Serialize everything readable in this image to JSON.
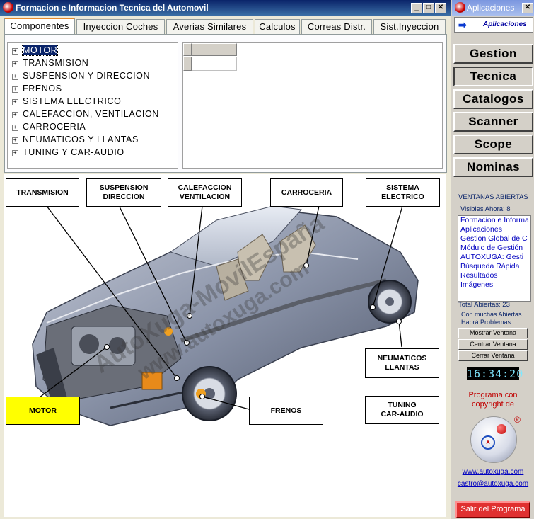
{
  "main": {
    "title": "Formacion e Informacion Tecnica del Automovil",
    "window_buttons": [
      "_",
      "□",
      "✕"
    ]
  },
  "tabs": [
    "Componentes",
    "Inyeccion Coches",
    "Averias Similares",
    "Calculos",
    "Correas Distr.",
    "Sist.Inyeccion"
  ],
  "tree": [
    {
      "label": "MOTOR"
    },
    {
      "label": "TRANSMISION"
    },
    {
      "label": "SUSPENSION Y DIRECCION"
    },
    {
      "label": "FRENOS"
    },
    {
      "label": "SISTEMA ELECTRICO"
    },
    {
      "label": "CALEFACCION, VENTILACION"
    },
    {
      "label": "CARROCERIA"
    },
    {
      "label": "NEUMATICOS Y LLANTAS"
    },
    {
      "label": "TUNING Y CAR-AUDIO"
    }
  ],
  "callouts": {
    "transmision": "TRANSMISION",
    "suspension": "SUSPENSION\nDIRECCION",
    "calefaccion": "CALEFACCION\nVENTILACION",
    "carroceria": "CARROCERIA",
    "electrico": "SISTEMA\nELECTRICO",
    "neumaticos": "NEUMATICOS\nLLANTAS",
    "motor": "MOTOR",
    "frenos": "FRENOS",
    "tuning": "TUNING\nCAR-AUDIO"
  },
  "watermark": {
    "line1": "AutoXuga-MovilEspaña",
    "line2": "www.autoxuga.com"
  },
  "side": {
    "title": "Aplicaciones",
    "apps_label": "Aplicaciones",
    "nav": [
      "Gestion",
      "Tecnica",
      "Catalogos",
      "Scanner",
      "Scope",
      "Nominas"
    ],
    "ventanas_title": "VENTANAS ABIERTAS",
    "visibles": "Visibles Ahora: 8",
    "windows": [
      "Formacion e Informa",
      "Aplicaciones",
      "Gestion Global de C",
      "Módulo de Gestión",
      "AUTOXUGA:  Gesti",
      "Búsqueda Rápida",
      "Resultados",
      "Imágenes"
    ],
    "total": "Total Abiertas: 23",
    "warning": "Con muchas Abiertas\nHabrá Problemas",
    "btn_mostrar": "Mostrar Ventana",
    "btn_centrar": "Centrar Ventana",
    "btn_cerrar": "Cerrar Ventana",
    "clock": "16:34:20",
    "copyright": "Programa con\ncopyright de",
    "url": "www.autoxuga.com",
    "email": "castro@autoxuga.com",
    "exit": "Salir del Programa"
  },
  "colors": {
    "titlebar": "#0a246a",
    "highlight_callout": "#ffff00",
    "exit_button": "#e03030",
    "link": "#0000c0"
  }
}
